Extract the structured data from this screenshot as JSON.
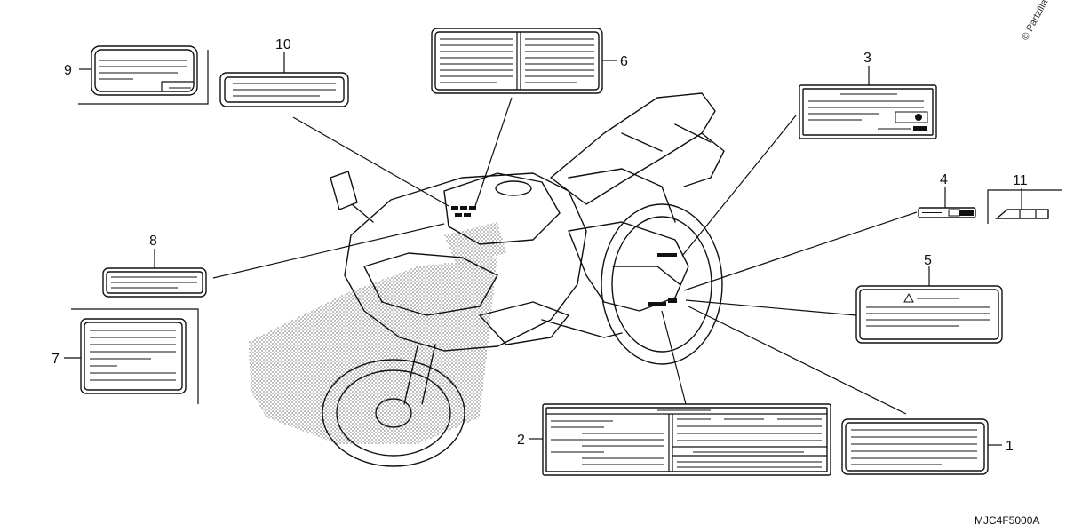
{
  "diagram": {
    "callouts": {
      "c1": "1",
      "c2": "2",
      "c3": "3",
      "c4": "4",
      "c5": "5",
      "c6": "6",
      "c7": "7",
      "c8": "8",
      "c9": "9",
      "c10": "10",
      "c11": "11"
    },
    "part_code": "MJC4F5000A",
    "watermark": "© Partzilla"
  }
}
